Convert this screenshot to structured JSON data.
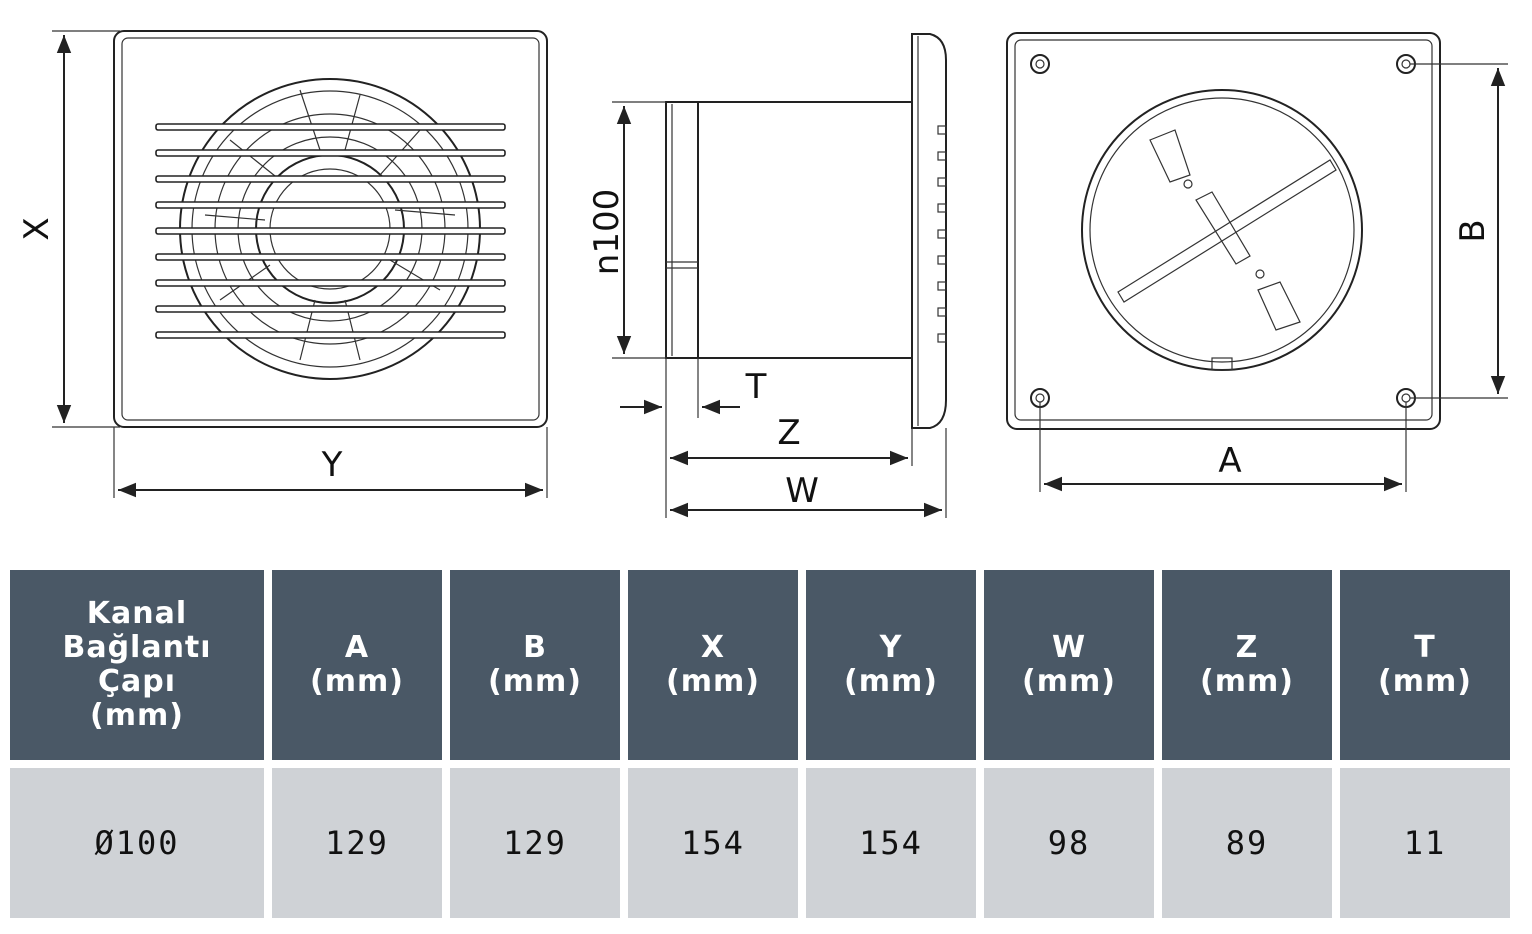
{
  "dimension_labels": {
    "x": "X",
    "y": "Y",
    "diameter": "n100",
    "t": "T",
    "z": "Z",
    "w": "W",
    "a": "A",
    "b": "B"
  },
  "table": {
    "headers": [
      [
        "Kanal",
        "Bağlantı",
        "Çapı",
        "(mm)"
      ],
      [
        "A",
        "(mm)"
      ],
      [
        "B",
        "(mm)"
      ],
      [
        "X",
        "(mm)"
      ],
      [
        "Y",
        "(mm)"
      ],
      [
        "W",
        "(mm)"
      ],
      [
        "Z",
        "(mm)"
      ],
      [
        "T",
        "(mm)"
      ]
    ],
    "row": [
      "Ø100",
      "129",
      "129",
      "154",
      "154",
      "98",
      "89",
      "11"
    ]
  },
  "colors": {
    "header_bg": "#4a5866",
    "header_text": "#ffffff",
    "cell_bg": "#cfd2d6",
    "line": "#222222"
  }
}
